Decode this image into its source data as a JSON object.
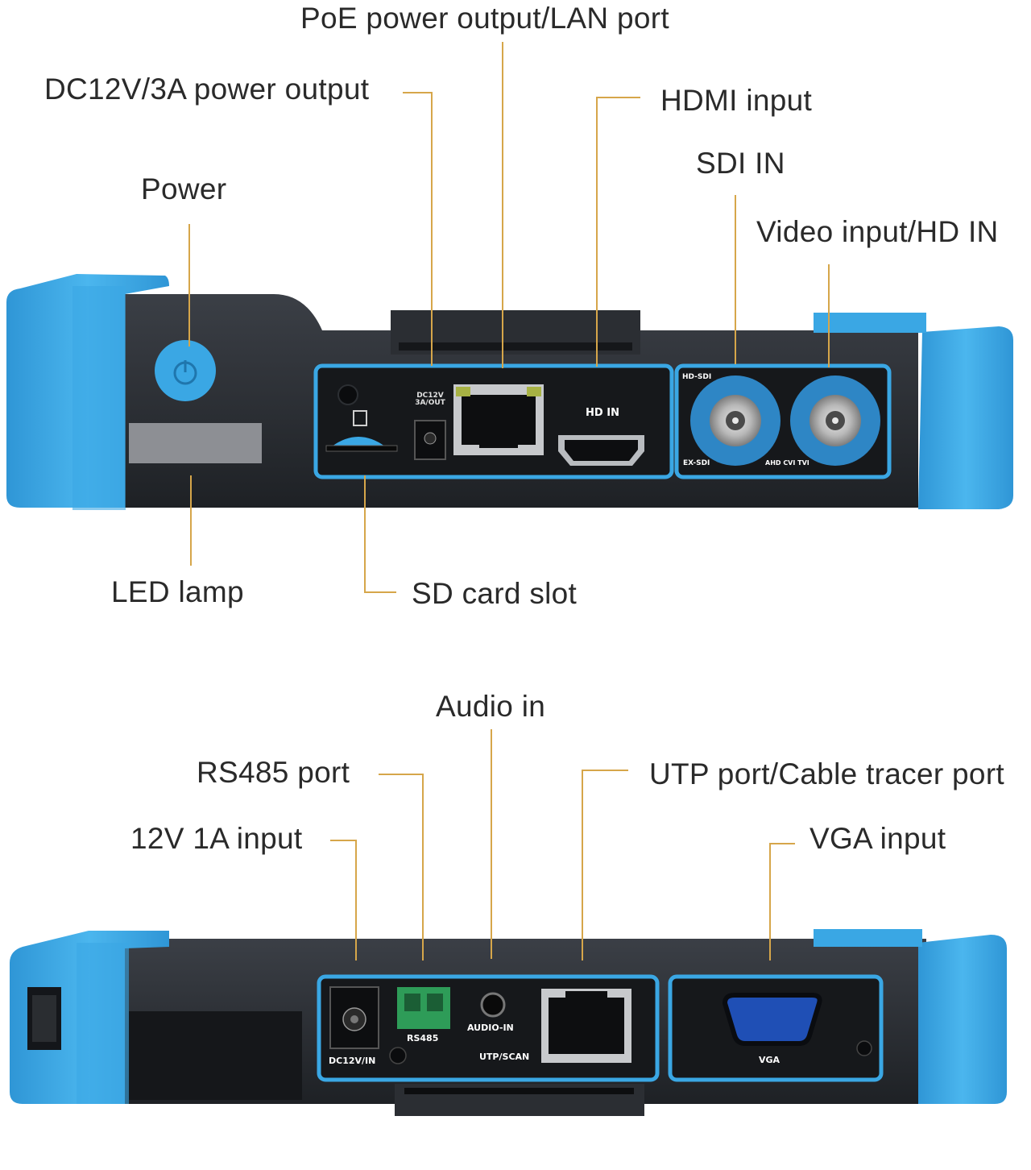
{
  "callouts_top": {
    "poe": "PoE power output/LAN port",
    "dc12v_out": "DC12V/3A power output",
    "hdmi": "HDMI input",
    "sdi": "SDI IN",
    "video": "Video input/HD IN",
    "power": "Power",
    "led": "LED lamp",
    "sd": "SD card slot"
  },
  "callouts_bottom": {
    "audio": "Audio in",
    "rs485": "RS485 port",
    "utp": "UTP port/Cable tracer port",
    "dc12v_in": "12V 1A input",
    "vga": "VGA input"
  },
  "device_top": {
    "dc_port_text": "DC12V\n3A/OUT",
    "hdmi_text": "HD IN",
    "hdsdi_text": "HD-SDI",
    "exsdi_text": "EX-SDI",
    "ahd_text": "AHD CVI TVI"
  },
  "device_bottom": {
    "dcin_text": "DC12V/IN",
    "rs485_text": "RS485",
    "audio_text": "AUDIO-IN",
    "utp_text": "UTP/SCAN",
    "vga_text": "VGA"
  },
  "colors": {
    "accent_blue": "#3aa7e4",
    "body": "#23262b",
    "leader": "#d6a64a"
  }
}
